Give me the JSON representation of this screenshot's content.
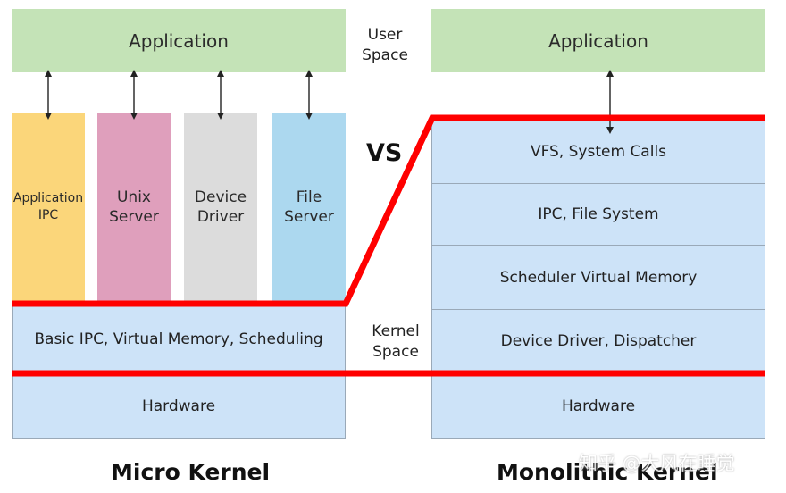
{
  "micro": {
    "application": "Application",
    "services": [
      {
        "label": "Application\nIPC",
        "color": "#fbd67a"
      },
      {
        "label": "Unix\nServer",
        "color": "#df9fbc"
      },
      {
        "label": "Device\nDriver",
        "color": "#dcdcdc"
      },
      {
        "label": "File\nServer",
        "color": "#acd8ef"
      }
    ],
    "kernel": "Basic IPC, Virtual Memory, Scheduling",
    "hardware": "Hardware",
    "title": "Micro Kernel"
  },
  "monolithic": {
    "application": "Application",
    "layers": [
      "VFS, System Calls",
      "IPC, File System",
      "Scheduler Virtual Memory",
      "Device Driver, Dispatcher"
    ],
    "hardware": "Hardware",
    "title": "Monolithic Kernel"
  },
  "labels": {
    "user_space": "User\nSpace",
    "kernel_space": "Kernel\nSpace",
    "vs": "VS"
  },
  "watermark": "知乎 @大风在睡觉",
  "colors": {
    "boundary": "#ff0000",
    "application": "#c4e3b7",
    "kernel": "#cde3f8"
  }
}
